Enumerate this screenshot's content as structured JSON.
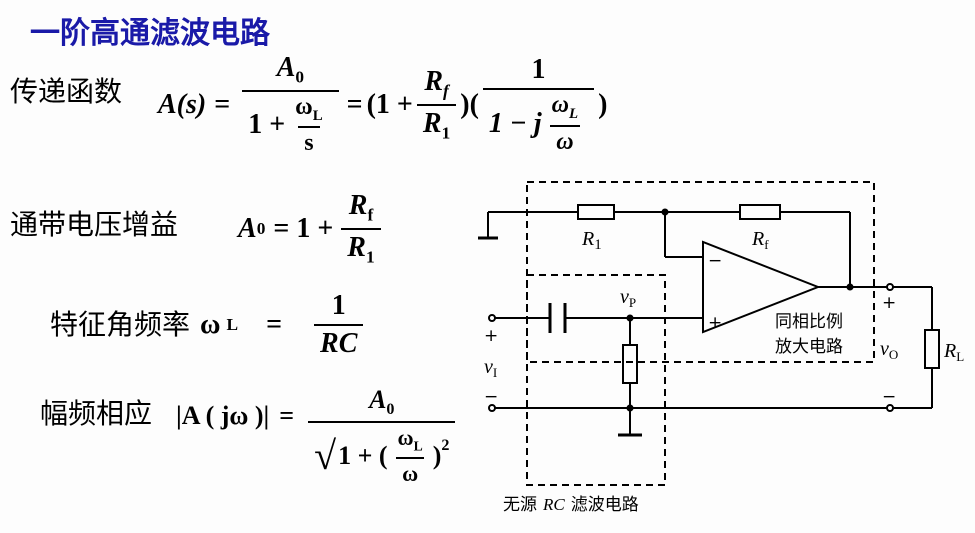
{
  "title": "一阶高通滤波电路",
  "transfer": {
    "label": "传递函数",
    "lhs": "A(s)",
    "eq1": "=",
    "num1": "A",
    "num1_sub": "0",
    "den1_a": "1 +",
    "den1_num": "ω",
    "den1_num_sub": "L",
    "den1_den": "s",
    "eq2": "=",
    "paren_open": "(1 +",
    "rf": "R",
    "rf_sub": "f",
    "r1": "R",
    "r1_sub": "1",
    "paren_close": ")(",
    "one": "1",
    "den2_a": "1 − j",
    "wl": "ω",
    "wl_sub": "L",
    "w": "ω",
    "end": ")"
  },
  "passband": {
    "label": "通带电压增益",
    "lhs": "A",
    "lhs_sub": "0",
    "eq": "= 1 +",
    "num": "R",
    "num_sub": "f",
    "den": "R",
    "den_sub": "1"
  },
  "corner": {
    "label": "特征角频率",
    "lhs": "ω",
    "lhs_sub": "L",
    "eq": "=",
    "num": "1",
    "den": "RC"
  },
  "magnitude": {
    "label": "幅频相应",
    "lhs": "|A ( jω )|",
    "eq": "=",
    "num": "A",
    "num_sub": "0",
    "den_a": "1 + (",
    "den_num": "ω",
    "den_num_sub": "L",
    "den_den": "ω",
    "den_b": ")",
    "den_sup": "2"
  },
  "circuit": {
    "r1_label": "R",
    "r1_sub": "1",
    "rf_label": "R",
    "rf_sub": "f",
    "minus_in": "−",
    "plus_in": "+",
    "vp_label": "v",
    "vp_sub": "P",
    "vi_label": "v",
    "vi_sub": "I",
    "vo_label": "v",
    "vo_sub": "O",
    "rl_label": "R",
    "rl_sub": "L",
    "in_plus": "+",
    "in_minus": "−",
    "out_plus": "+",
    "out_minus": "−",
    "amp_box_line1": "同相比例",
    "amp_box_line2": "放大电路",
    "rc_caption_a": "无源",
    "rc_caption_b": "RC",
    "rc_caption_c": "滤波电路"
  }
}
